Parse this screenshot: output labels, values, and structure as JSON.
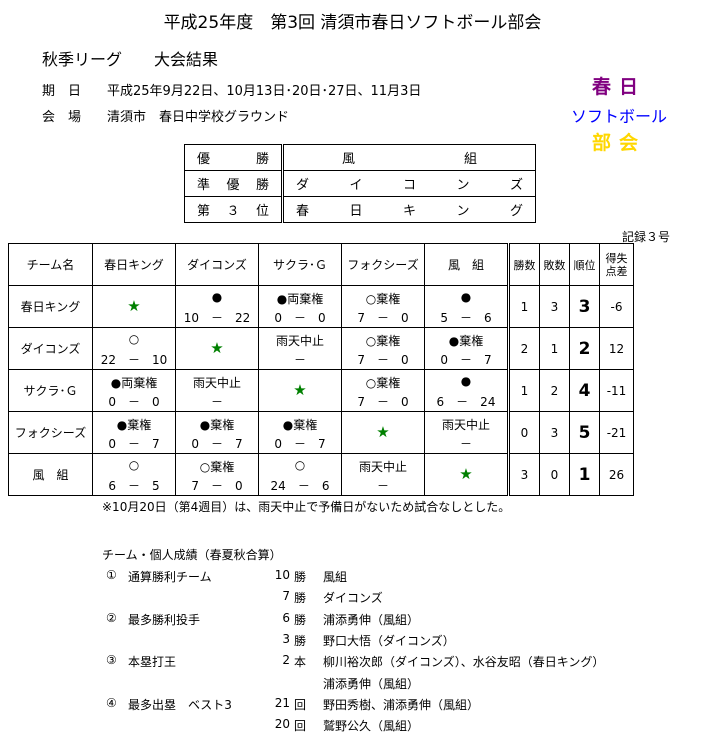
{
  "title": "平成25年度　第3回 清須市春日ソフトボール部会",
  "subtitle": "秋季リーグ　　大会結果",
  "info": {
    "date_label": "期　日",
    "date_value": "平成25年9月22日、10月13日･20日･27日、11月3日",
    "venue_label": "会　場",
    "venue_value": "清須市　春日中学校グラウンド"
  },
  "logo": {
    "line1": "春日",
    "line2": "ソフトボール",
    "line3": "部会"
  },
  "placings": [
    {
      "label": [
        "優",
        "勝"
      ],
      "team": [
        "風",
        "組"
      ]
    },
    {
      "label": [
        "準",
        "優",
        "勝"
      ],
      "team": [
        "ダ",
        "イ",
        "コ",
        "ン",
        "ズ"
      ]
    },
    {
      "label": [
        "第",
        "３",
        "位"
      ],
      "team": [
        "春",
        "日",
        "キ",
        "ン",
        "グ"
      ]
    }
  ],
  "record_no": "記録３号",
  "results": {
    "headers": {
      "team": "チーム名",
      "wins": "勝数",
      "losses": "敗数",
      "rank": "順位",
      "diff_line1": "得失",
      "diff_line2": "点差"
    },
    "teams": [
      "春日キング",
      "ダイコンズ",
      "サクラ･Ｇ",
      "フォクシーズ",
      "風　組"
    ],
    "rows": [
      {
        "team": "春日キング",
        "cells": [
          {
            "star": true
          },
          {
            "top": "●",
            "bot": "10　－　22"
          },
          {
            "top": "●両棄権",
            "bot": "0　－　0"
          },
          {
            "top": "○棄権",
            "bot": "7　－　0"
          },
          {
            "top": "●",
            "bot": "5　－　6"
          }
        ],
        "wins": "1",
        "losses": "3",
        "rank": "3",
        "diff": "-6"
      },
      {
        "team": "ダイコンズ",
        "cells": [
          {
            "top": "○",
            "bot": "22　－　10"
          },
          {
            "star": true
          },
          {
            "top": "雨天中止",
            "bot": "－"
          },
          {
            "top": "○棄権",
            "bot": "7　－　0"
          },
          {
            "top": "●棄権",
            "bot": "0　－　7"
          }
        ],
        "wins": "2",
        "losses": "1",
        "rank": "2",
        "diff": "12"
      },
      {
        "team": "サクラ･Ｇ",
        "cells": [
          {
            "top": "●両棄権",
            "bot": "0　－　0"
          },
          {
            "top": "雨天中止",
            "bot": "－"
          },
          {
            "star": true
          },
          {
            "top": "○棄権",
            "bot": "7　－　0"
          },
          {
            "top": "●",
            "bot": "6　－　24"
          }
        ],
        "wins": "1",
        "losses": "2",
        "rank": "4",
        "diff": "-11"
      },
      {
        "team": "フォクシーズ",
        "cells": [
          {
            "top": "●棄権",
            "bot": "0　－　7"
          },
          {
            "top": "●棄権",
            "bot": "0　－　7"
          },
          {
            "top": "●棄権",
            "bot": "0　－　7"
          },
          {
            "star": true
          },
          {
            "top": "雨天中止",
            "bot": "－"
          }
        ],
        "wins": "0",
        "losses": "3",
        "rank": "5",
        "diff": "-21"
      },
      {
        "team": "風　組",
        "cells": [
          {
            "top": "○",
            "bot": "6　－　5"
          },
          {
            "top": "○棄権",
            "bot": "7　－　0"
          },
          {
            "top": "○",
            "bot": "24　－　6"
          },
          {
            "top": "雨天中止",
            "bot": "－"
          },
          {
            "star": true
          }
        ],
        "wins": "3",
        "losses": "0",
        "rank": "1",
        "diff": "26"
      }
    ]
  },
  "note": "※10月20日（第4週目）は、雨天中止で予備日がないため試合なしとした。",
  "stats_heading": "チーム・個人成績（春夏秋合算）",
  "stats": [
    {
      "num": "①",
      "category": "通算勝利チーム",
      "count": "10",
      "unit": "勝",
      "name": "風組"
    },
    {
      "num": "",
      "category": "",
      "count": "7",
      "unit": "勝",
      "name": "ダイコンズ"
    },
    {
      "num": "②",
      "category": "最多勝利投手",
      "count": "6",
      "unit": "勝",
      "name": "浦添勇伸（風組）"
    },
    {
      "num": "",
      "category": "",
      "count": "3",
      "unit": "勝",
      "name": "野口大悟（ダイコンズ）"
    },
    {
      "num": "③",
      "category": "本塁打王",
      "count": "2",
      "unit": "本",
      "name": "柳川裕次郎（ダイコンズ）、水谷友昭（春日キング）"
    },
    {
      "num": "",
      "category": "",
      "count": "",
      "unit": "",
      "name": "浦添勇伸（風組）"
    },
    {
      "num": "④",
      "category": "最多出塁　ベスト3",
      "count": "21",
      "unit": "回",
      "name": "野田秀樹、浦添勇伸（風組）"
    },
    {
      "num": "",
      "category": "",
      "count": "20",
      "unit": "回",
      "name": "鷲野公久（風組）"
    }
  ],
  "colors": {
    "logo1": "#800080",
    "logo2": "#0000ff",
    "logo3": "#ffd700",
    "star": "#008000"
  }
}
